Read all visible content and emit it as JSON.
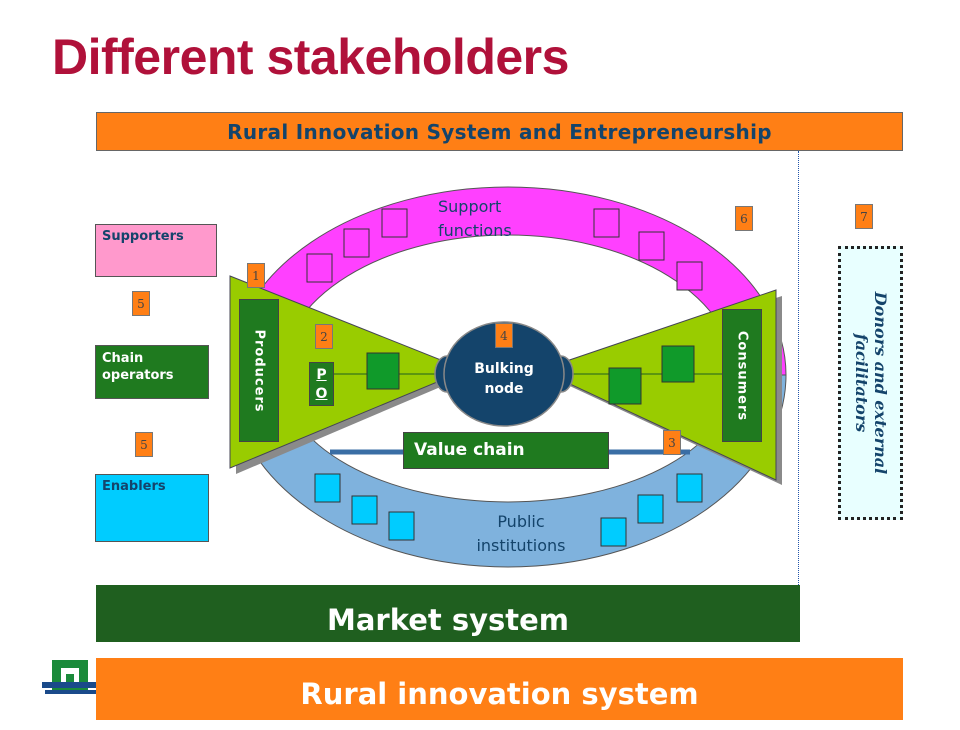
{
  "title": "Different stakeholders",
  "rise_banner": "Rural Innovation System and Entrepreneurship",
  "support_label": "Support functions",
  "public_label": "Public institutions",
  "producers": "Producers",
  "consumers": "Consumers",
  "po": "P O",
  "bulking_node": "Bulking node",
  "value_chain": "Value chain",
  "legend": {
    "supporters": "Supporters",
    "chain_operators": "Chain operators",
    "enablers": "Enablers"
  },
  "donors": "Donors and external facilitators",
  "market_system": "Market system",
  "rural_system": "Rural innovation system",
  "numbers": [
    "1",
    "2",
    "3",
    "4",
    "5",
    "5",
    "6",
    "7"
  ],
  "colors": {
    "title": "#b0113a",
    "orange": "#ff7f15",
    "support_pink": "#ff40ff",
    "public_blue": "#7fb2dd",
    "bowtie_green": "#99cc00",
    "dark_green": "#1f7a1f",
    "node_blue": "#14446b",
    "enabler_cyan": "#00ccff"
  }
}
